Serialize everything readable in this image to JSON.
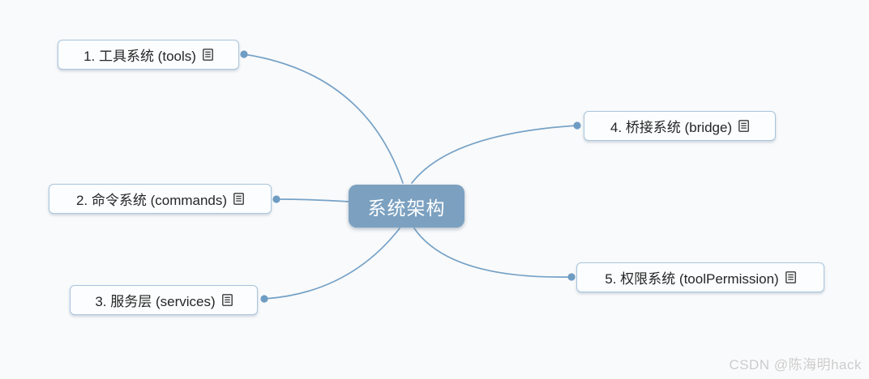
{
  "mindmap": {
    "root": {
      "label": "系统架构"
    },
    "children": [
      {
        "label": "1. 工具系统 (tools)",
        "icon": "note-icon"
      },
      {
        "label": "2. 命令系统 (commands)",
        "icon": "note-icon"
      },
      {
        "label": "3. 服务层 (services)",
        "icon": "note-icon"
      },
      {
        "label": "4. 桥接系统 (bridge)",
        "icon": "note-icon"
      },
      {
        "label": "5. 权限系统 (toolPermission)",
        "icon": "note-icon"
      }
    ],
    "colors": {
      "canvas_bg": "#f9fafb",
      "root_fill": "#7ca1c0",
      "root_text": "#ffffff",
      "node_fill": "#fbfdfe",
      "node_border": "#a9c5dd",
      "node_text": "#262626",
      "edge": "#76a2c7",
      "dot": "#6e9cc3",
      "watermark": "#cbcbcb"
    }
  },
  "watermark": {
    "text": "CSDN @陈海明hack"
  }
}
